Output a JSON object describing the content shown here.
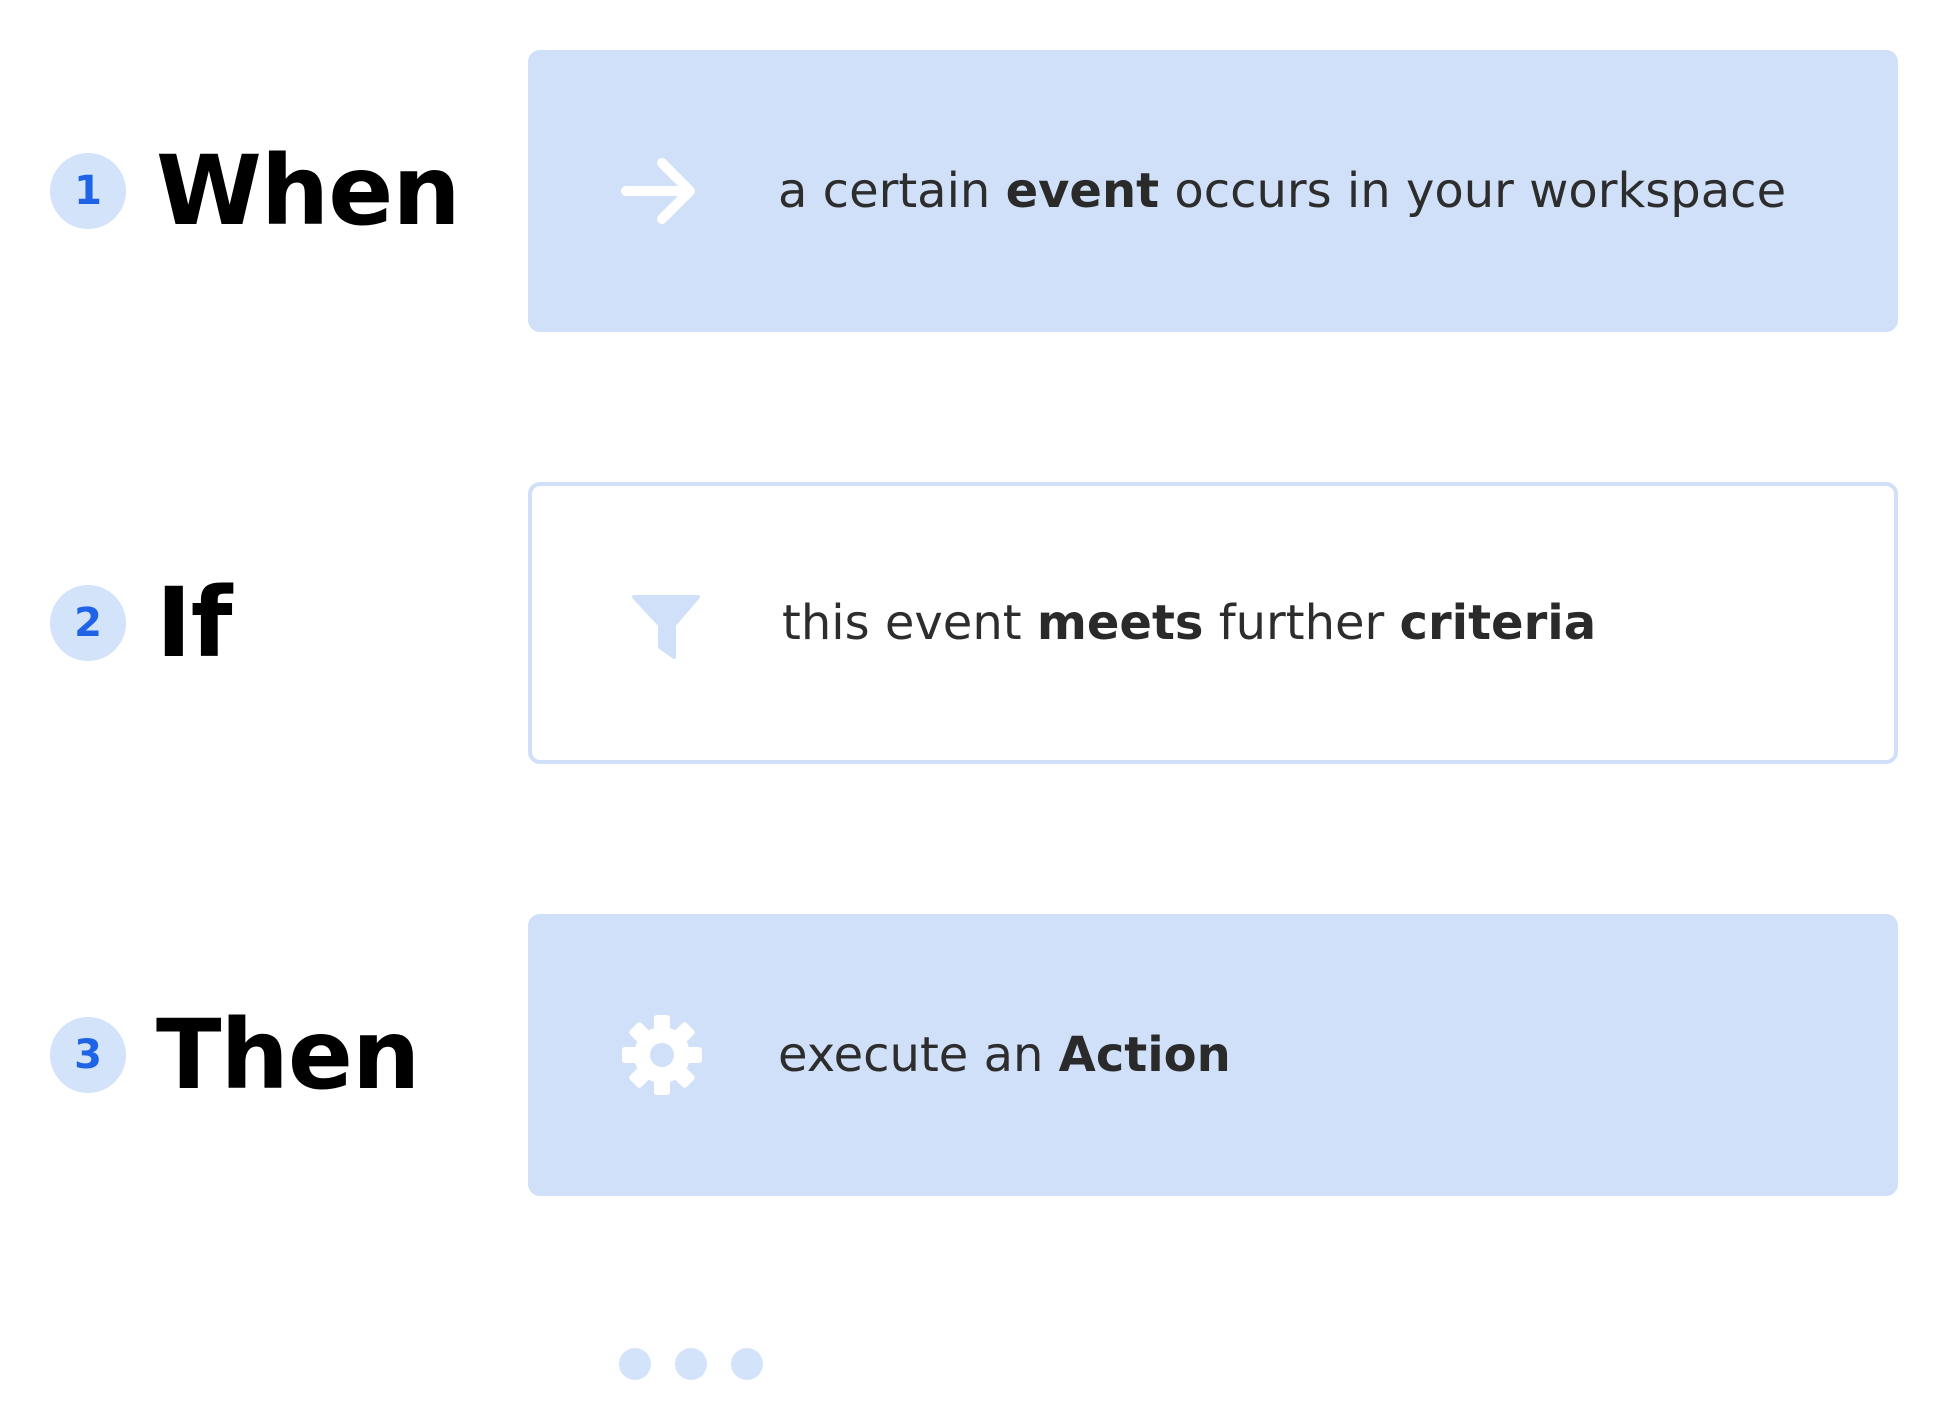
{
  "steps": [
    {
      "number": "1",
      "keyword": "When",
      "icon": "arrow-right-icon",
      "style": "filled",
      "text": {
        "part1": "a certain ",
        "bold1": "event",
        "part2": " occurs in your workspace"
      }
    },
    {
      "number": "2",
      "keyword": "If",
      "icon": "filter-icon",
      "style": "outlined",
      "text": {
        "part1": "this event ",
        "bold1": "meets",
        "part2": " further ",
        "bold2": "criteria"
      }
    },
    {
      "number": "3",
      "keyword": "Then",
      "icon": "gear-icon",
      "style": "filled",
      "text": {
        "part1": "execute an ",
        "bold1": "Action"
      }
    }
  ],
  "colors": {
    "accent": "#1f63e6",
    "card_fill": "#d0e0f8",
    "badge_fill": "#d3e3fa",
    "icon_on_fill": "#ffffff",
    "icon_on_white": "#d0e0f8"
  }
}
